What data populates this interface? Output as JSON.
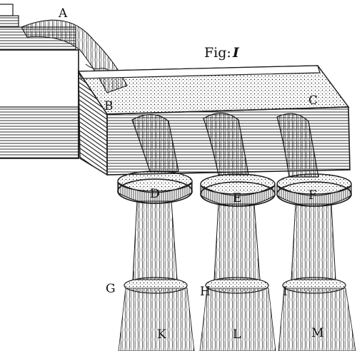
{
  "figure": {
    "title_prefix": "Fig:",
    "title_number": "I"
  },
  "labels": {
    "A": "A",
    "B": "B",
    "C": "C",
    "D": "D",
    "E": "E",
    "F": "F",
    "G": "G",
    "H": "H",
    "I": "I",
    "K": "K",
    "L": "L",
    "M": "M"
  },
  "colors": {
    "ink": "#1a1a1a",
    "paper": "#ffffff"
  }
}
